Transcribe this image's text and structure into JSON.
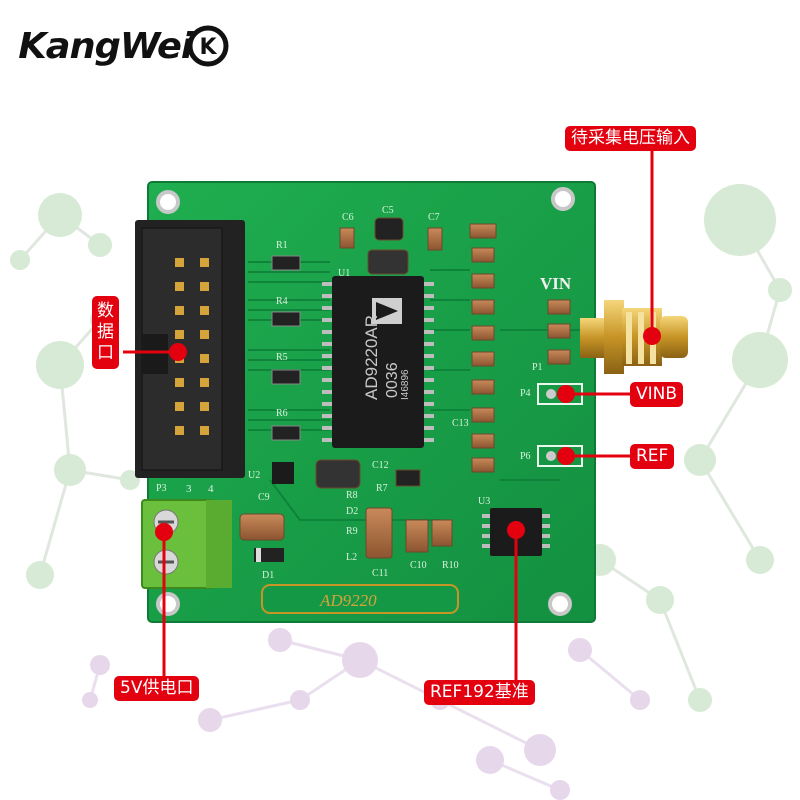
{
  "brand": {
    "logo_text": "KangWei",
    "logo_badge": "K"
  },
  "callouts": {
    "signal_input": "待采集电压输入",
    "data_port": "数据口",
    "vinb": "VINB",
    "ref": "REF",
    "power": "5V供电口",
    "ref192": "REF192基准"
  },
  "board": {
    "vin_label": "VIN",
    "plate_label": "AD9220",
    "chip_lines": [
      "AD9220AR",
      "0036",
      "I46896"
    ],
    "silkscreen": {
      "P3": "P3",
      "P1": "P1",
      "P4": "P4",
      "P6": "P6",
      "U1": "U1",
      "U2": "U2",
      "U3": "U3",
      "R1": "R1",
      "R4": "R4",
      "R5": "R5",
      "R6": "R6",
      "R7": "R7",
      "R8": "R8",
      "R9": "R9",
      "R10": "R10",
      "C5": "C5",
      "C6": "C6",
      "C7": "C7",
      "C9": "C9",
      "C10": "C10",
      "C11": "C11",
      "C12": "C12",
      "C13": "C13",
      "D1": "D1",
      "D2": "D2",
      "L2": "L2",
      "pin3": "3",
      "pin4": "4"
    }
  },
  "colors": {
    "pcb_green": "#17a24a",
    "callout_red": "#e3000f",
    "gold": "#d4a43a",
    "terminal_green": "#6abf3c",
    "network_bg": "#cfe8cf"
  }
}
